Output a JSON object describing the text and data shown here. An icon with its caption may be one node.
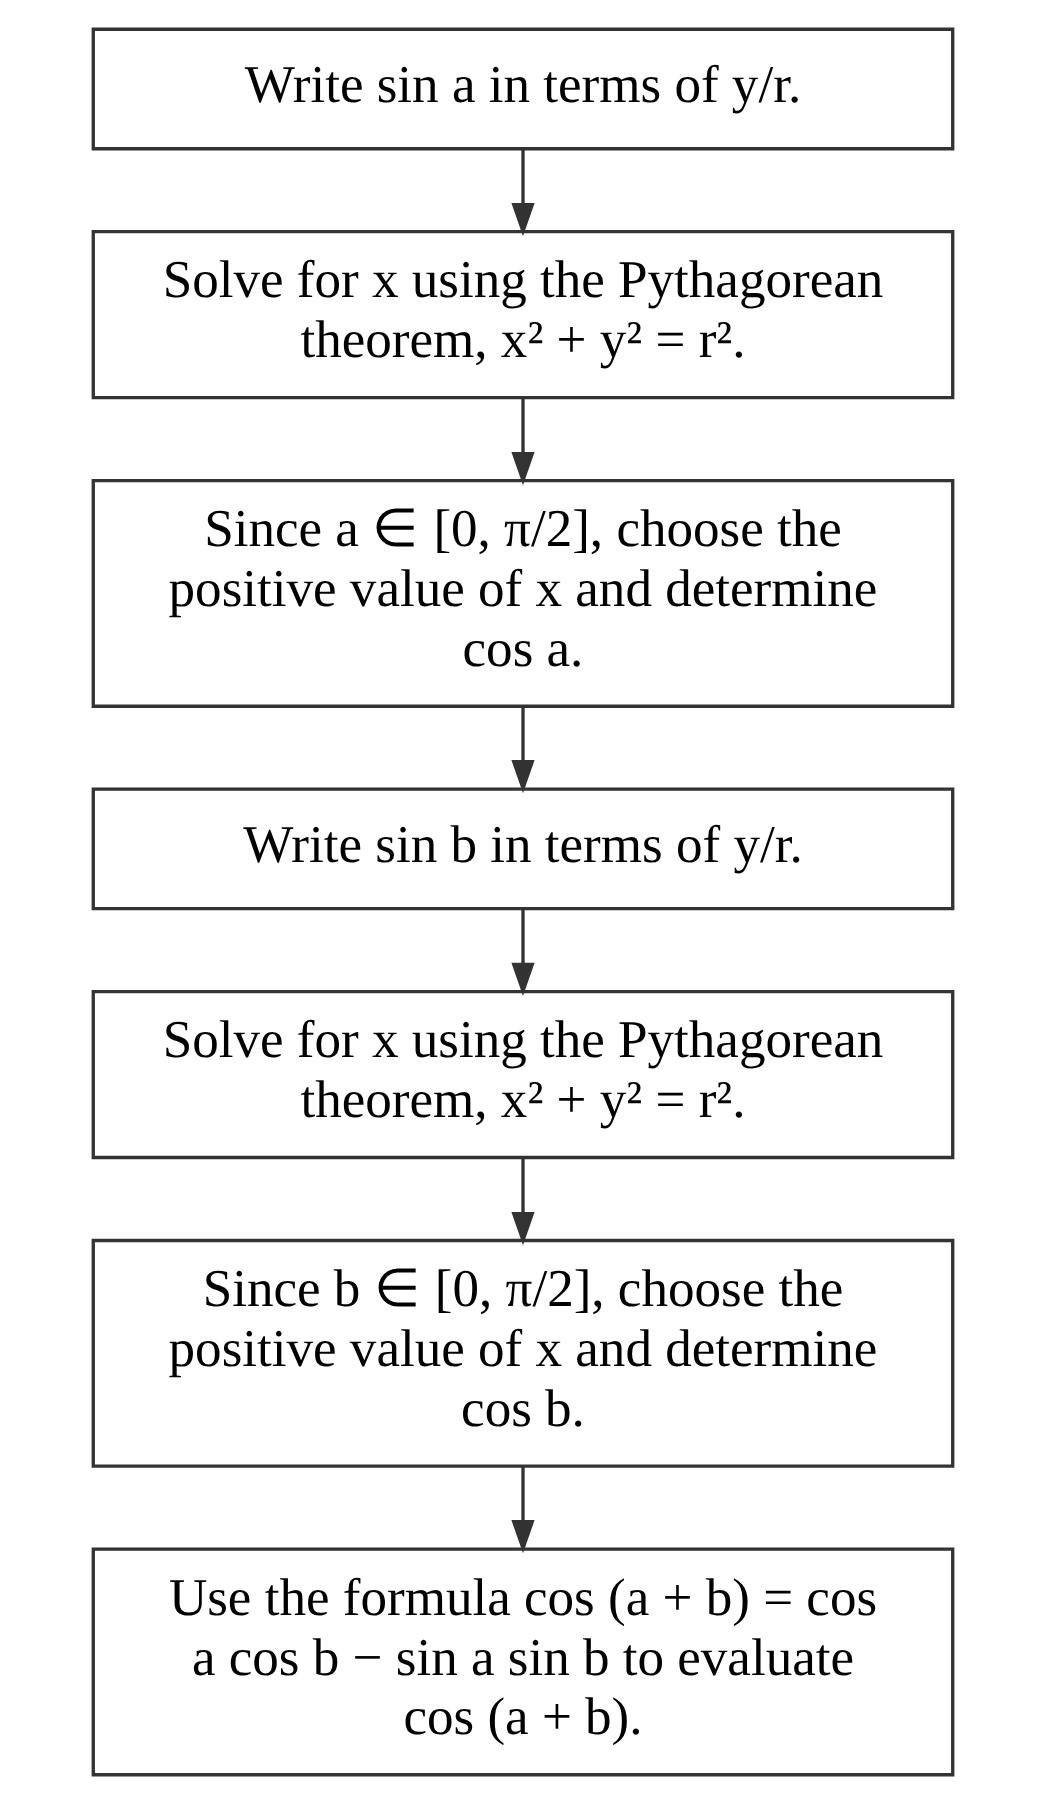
{
  "diagram": {
    "nodes": [
      {
        "text": [
          "Write sin a in terms of y/r."
        ]
      },
      {
        "text": [
          "Solve for x using the Pythagorean theorem, x² + y² = r²."
        ]
      },
      {
        "text": [
          "Since a ∈ [0, π/2], choose the positive value of x and determine cos a."
        ]
      },
      {
        "text": [
          "Write sin b in terms of y/r."
        ]
      },
      {
        "text": [
          "Solve for x using the Pythagorean theorem, x² + y² = r²."
        ]
      },
      {
        "text": [
          "Since b ∈ [0, π/2], choose the positive value of x and determine cos b."
        ]
      },
      {
        "text": [
          "Use the formula cos (a + b) = cos a cos b − sin a sin b to evaluate cos (a + b)."
        ]
      }
    ],
    "edges": [
      {
        "from": 0,
        "to": 1,
        "arrow": "to"
      },
      {
        "from": 1,
        "to": 2,
        "arrow": "to"
      },
      {
        "from": 2,
        "to": 3,
        "arrow": "to"
      },
      {
        "from": 3,
        "to": 4,
        "arrow": "to"
      },
      {
        "from": 4,
        "to": 5,
        "arrow": "to"
      },
      {
        "from": 5,
        "to": 6,
        "arrow": "to"
      }
    ]
  }
}
